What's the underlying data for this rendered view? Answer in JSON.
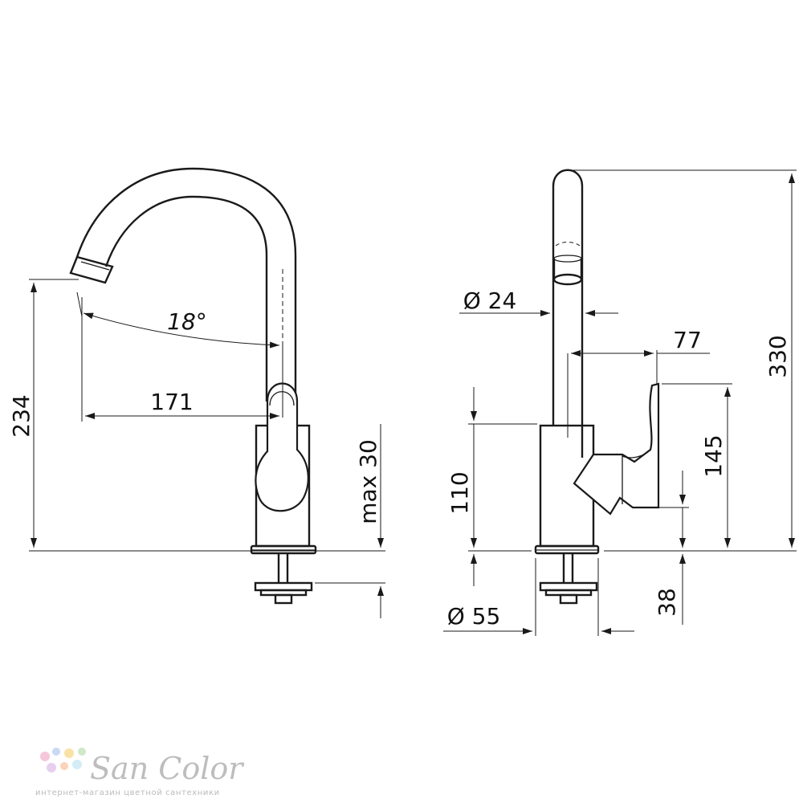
{
  "dimensions": {
    "front_height": "234",
    "reach": "171",
    "angle": "18°",
    "max_thickness": "max 30",
    "side_height_total": "330",
    "pipe_diameter": "Ø 24",
    "handle_offset": "77",
    "handle_height": "145",
    "body_height": "110",
    "base_diameter": "Ø 55",
    "shank_length": "38"
  },
  "logo": {
    "brand": "San Color",
    "tagline": "интернет-магазин цветной сантехники",
    "dot_colors": [
      "#f6c7d8",
      "#c9d9f3",
      "#f9e2a6",
      "#cfe9c8",
      "#e7cff0",
      "#fbd3b8",
      "#d3ecf6"
    ]
  }
}
